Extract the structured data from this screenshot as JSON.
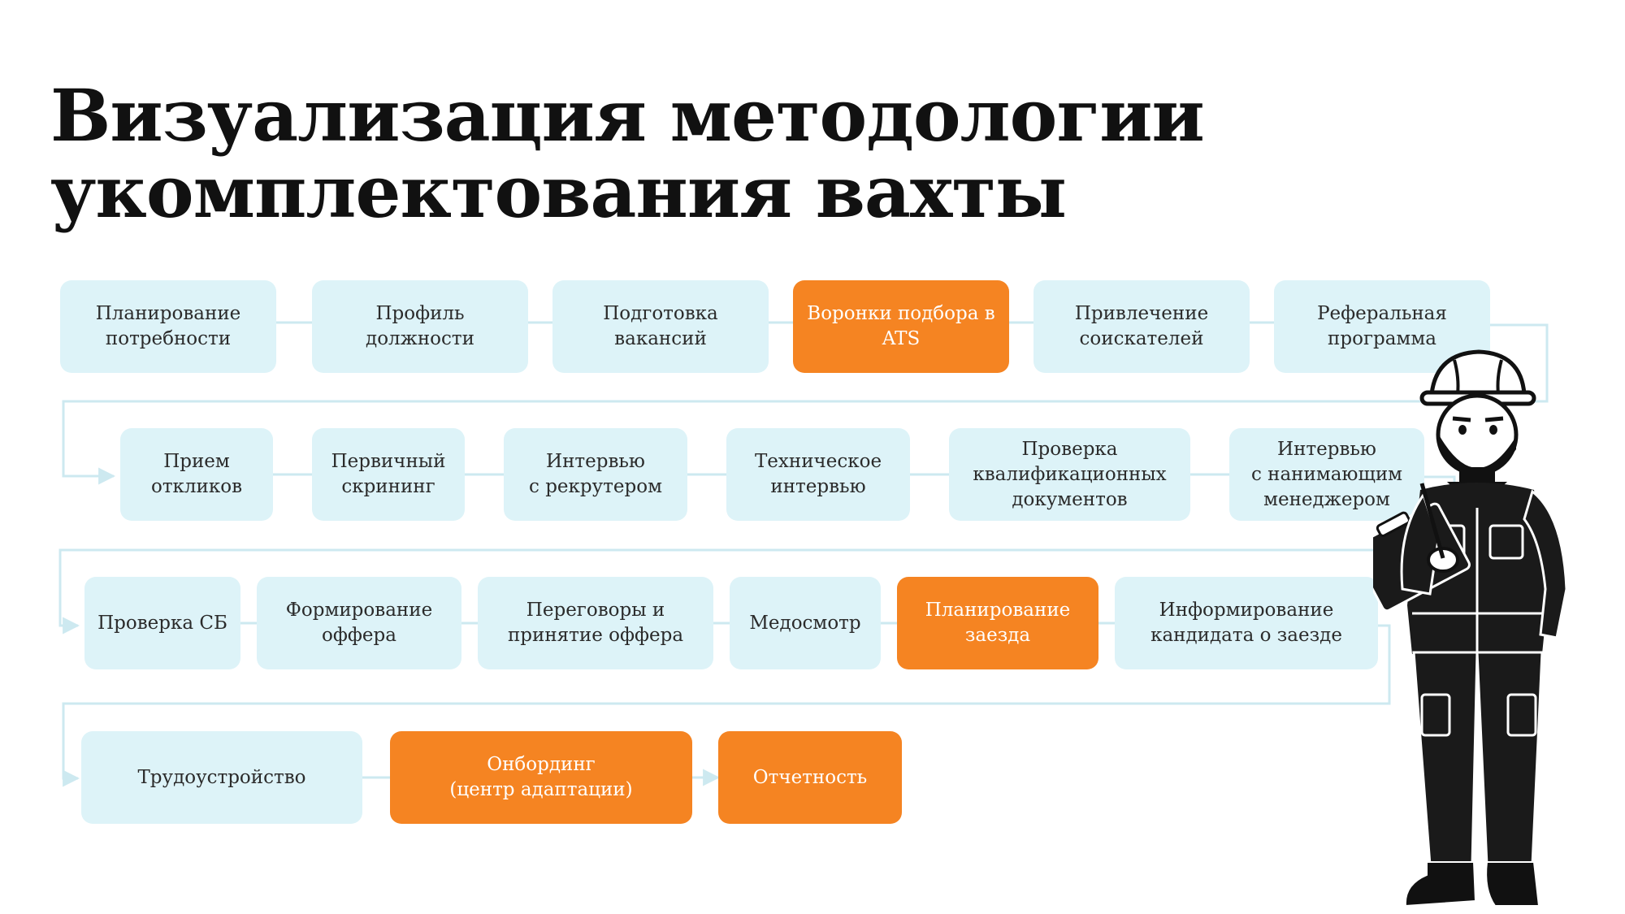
{
  "title": {
    "line1": "Визуализация методологии",
    "line2": "укомплектования вахты"
  },
  "colors": {
    "step_default": "#ddf3f8",
    "step_highlight": "#f58422",
    "connector": "#cde9f0"
  },
  "steps": [
    {
      "id": "s1",
      "label": "Планирование\nпотребности",
      "highlight": false
    },
    {
      "id": "s2",
      "label": "Профиль\nдолжности",
      "highlight": false
    },
    {
      "id": "s3",
      "label": "Подготовка\nвакансий",
      "highlight": false
    },
    {
      "id": "s4",
      "label": "Воронки подбора в\nATS",
      "highlight": true
    },
    {
      "id": "s5",
      "label": "Привлечение\nсоискателей",
      "highlight": false
    },
    {
      "id": "s6",
      "label": "Реферальная\nпрограмма",
      "highlight": false
    },
    {
      "id": "s7",
      "label": "Прием\nоткликов",
      "highlight": false
    },
    {
      "id": "s8",
      "label": "Первичный\nскрининг",
      "highlight": false
    },
    {
      "id": "s9",
      "label": "Интервью\nс рекрутером",
      "highlight": false
    },
    {
      "id": "s10",
      "label": "Техническое\nинтервью",
      "highlight": false
    },
    {
      "id": "s11",
      "label": "Проверка\nквалификационных\nдокументов",
      "highlight": false
    },
    {
      "id": "s12",
      "label": "Интервью\nс нанимающим\nменеджером",
      "highlight": false
    },
    {
      "id": "s13",
      "label": "Проверка СБ",
      "highlight": false
    },
    {
      "id": "s14",
      "label": "Формирование\nоффера",
      "highlight": false
    },
    {
      "id": "s15",
      "label": "Переговоры и\nпринятие оффера",
      "highlight": false
    },
    {
      "id": "s16",
      "label": "Медосмотр",
      "highlight": false
    },
    {
      "id": "s17",
      "label": "Планирование\nзаезда",
      "highlight": true
    },
    {
      "id": "s18",
      "label": "Информирование\nкандидата о заезде",
      "highlight": false
    },
    {
      "id": "s19",
      "label": "Трудоустройство",
      "highlight": false
    },
    {
      "id": "s20",
      "label": "Онбординг\n(центр адаптации)",
      "highlight": true
    },
    {
      "id": "s21",
      "label": "Отчетность",
      "highlight": true
    }
  ],
  "illustration": {
    "icon": "construction-worker-icon"
  }
}
